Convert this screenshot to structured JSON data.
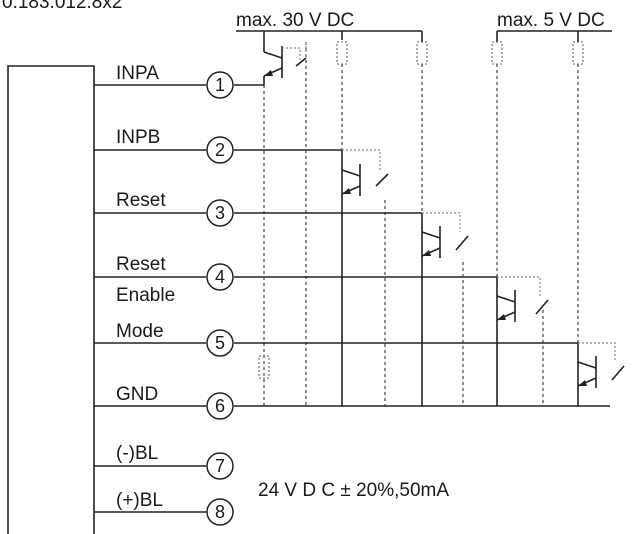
{
  "header_partial": "0.183.012.8x2",
  "supply_30v": "max. 30 V DC",
  "supply_5v": "max. 5 V DC",
  "terminals": [
    {
      "num": "1",
      "label": "INPA"
    },
    {
      "num": "2",
      "label": "INPB"
    },
    {
      "num": "3",
      "label": "Reset"
    },
    {
      "num": "4",
      "label": "Reset",
      "label2": "Enable"
    },
    {
      "num": "5",
      "label": "Mode"
    },
    {
      "num": "6",
      "label": "GND"
    },
    {
      "num": "7",
      "label": "(-)BL"
    },
    {
      "num": "8",
      "label": "(+)BL"
    }
  ],
  "backlight_spec": "24 V D C ± 20%,50mA"
}
